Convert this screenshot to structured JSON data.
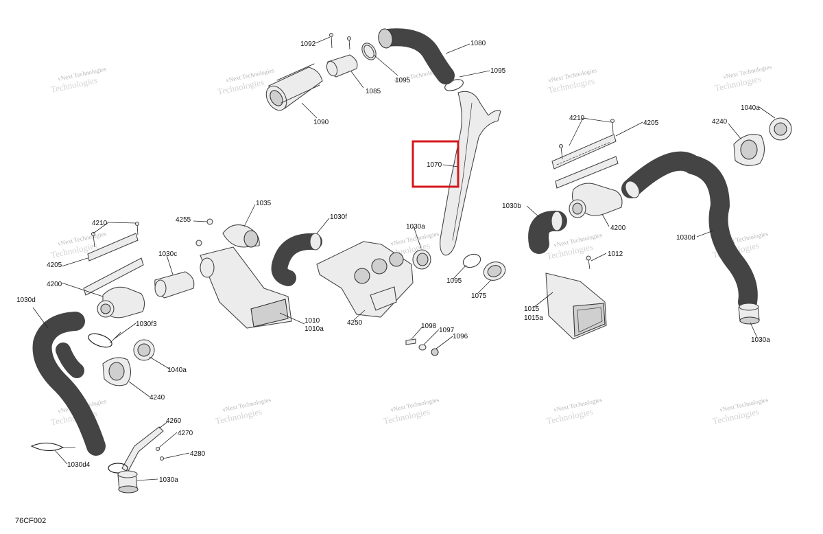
{
  "diagram": {
    "code": "76CF002",
    "watermark": {
      "line1": "vNext Technologies",
      "line2": "Technologies"
    },
    "highlight_color": "#d4161c",
    "highlighted_part": "1070",
    "callouts": {
      "c1092": "1092",
      "c1080": "1080",
      "c1095_top": "1095",
      "c1095_mid": "1095",
      "c1085": "1085",
      "c1090": "1090",
      "c1070": "1070",
      "c4210_r": "4210",
      "c4205_r": "4205",
      "c4240_r": "4240",
      "c1040a_r": "1040a",
      "c1030b": "1030b",
      "c4200_r": "4200",
      "c1030d_r": "1030d",
      "c1012": "1012",
      "c1015": "1015",
      "c1015a": "1015a",
      "c1030a_r": "1030a",
      "c1035": "1035",
      "c4255": "4255",
      "c1030f": "1030f",
      "c1030a_m": "1030a",
      "c4210_l": "4210",
      "c4205_l": "4205",
      "c4200_l": "4200",
      "c1030c": "1030c",
      "c1030d_l": "1030d",
      "c1030f3": "1030f3",
      "c1040a_l": "1040a",
      "c4240_l": "4240",
      "c1010": "1010",
      "c1010a": "1010a",
      "c4250": "4250",
      "c1095_b": "1095",
      "c1075": "1075",
      "c1098": "1098",
      "c1097": "1097",
      "c1096": "1096",
      "c4260": "4260",
      "c4270": "4270",
      "c4280": "4280",
      "c1030d4": "1030d4",
      "c1030a_l": "1030a"
    }
  }
}
